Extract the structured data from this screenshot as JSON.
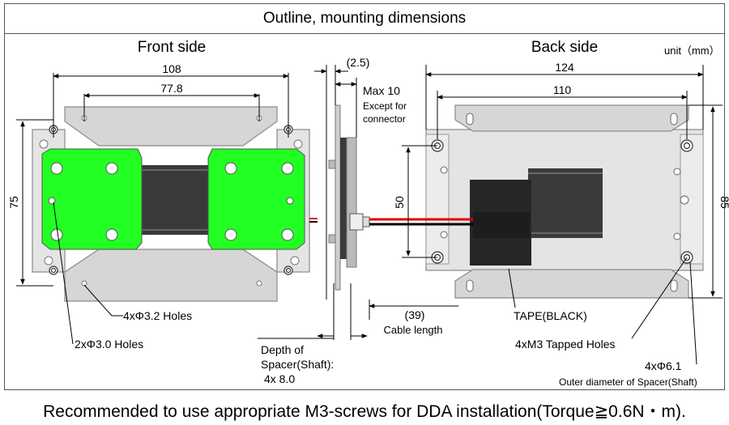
{
  "title": "Outline, mounting dimensions",
  "footer": "Recommended to use appropriate M3-screws for DDA installation(Torque≧0.6N・m).",
  "front": {
    "heading": "Front side",
    "dim_outer_width": "108",
    "dim_inner_width": "77.8",
    "dim_height": "75",
    "holes_32": "4xΦ3.2 Holes",
    "holes_30": "2xΦ3.0 Holes"
  },
  "side": {
    "dim_offset": "(2.5)",
    "max_label": "Max 10",
    "except_line1": "Except for",
    "except_line2": "connector",
    "spacer_line1": "Depth of",
    "spacer_line2": "Spacer(Shaft):",
    "spacer_line3": "4x 8.0",
    "cable_dim": "(39)",
    "cable_label": "Cable length"
  },
  "back": {
    "heading": "Back side",
    "unit": "unit（mm）",
    "dim_outer_width": "124",
    "dim_inner_width": "110",
    "dim_hole_height": "50",
    "dim_outer_height": "85",
    "tape_label": "TAPE(BLACK)",
    "tapped_label": "4xM3 Tapped Holes",
    "spacer_dia": "4xΦ6.1",
    "spacer_dia_note": "Outer diameter of Spacer(Shaft)"
  },
  "colors": {
    "plate_fill": "#d6d6d6",
    "plate_stroke": "#8a8a8a",
    "green_pad": "#22ff22",
    "motor": "#3a3a3a",
    "tape": "#262626",
    "cable_red": "#e00000"
  }
}
